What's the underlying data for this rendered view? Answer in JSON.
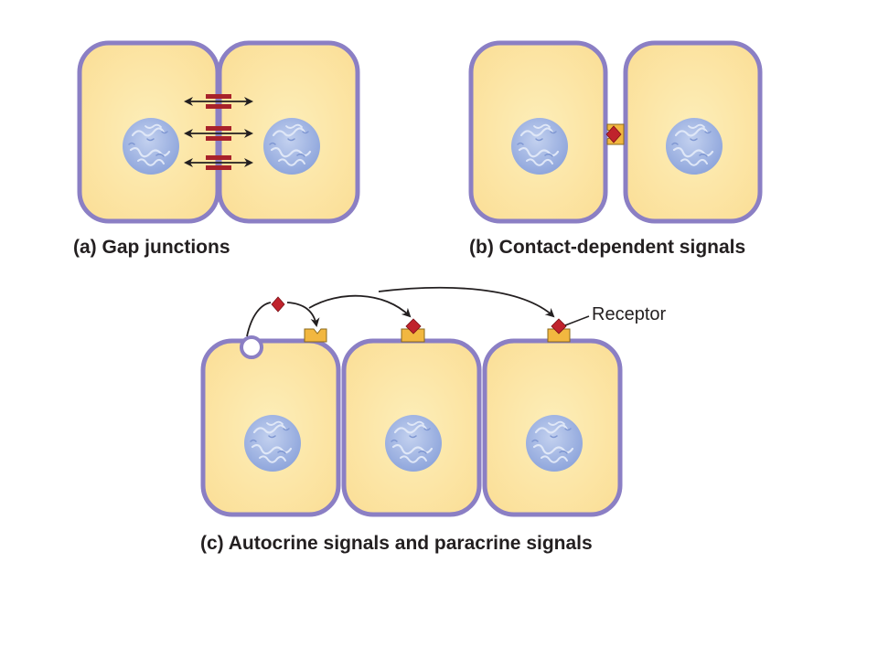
{
  "panels": {
    "a": {
      "caption": "(a) Gap junctions"
    },
    "b": {
      "caption": "(b) Contact-dependent signals"
    },
    "c": {
      "caption": "(c) Autocrine signals and paracrine signals",
      "receptor_label": "Receptor"
    }
  },
  "colors": {
    "cytoplasm": "#fce6a6",
    "membrane": "#8b7fc4",
    "nucleus": "#a6b9e3",
    "nucleus_detail": "#d6e0f3",
    "signal_molecule": "#c0232c",
    "receptor": "#f2b740",
    "junction": "#a8222a",
    "arrow": "#231f20"
  },
  "icons": {
    "nucleus": "nucleus-icon",
    "signal_molecule": "diamond-icon",
    "receptor": "receptor-cup-icon",
    "gap_junction": "gap-junction-icon"
  }
}
